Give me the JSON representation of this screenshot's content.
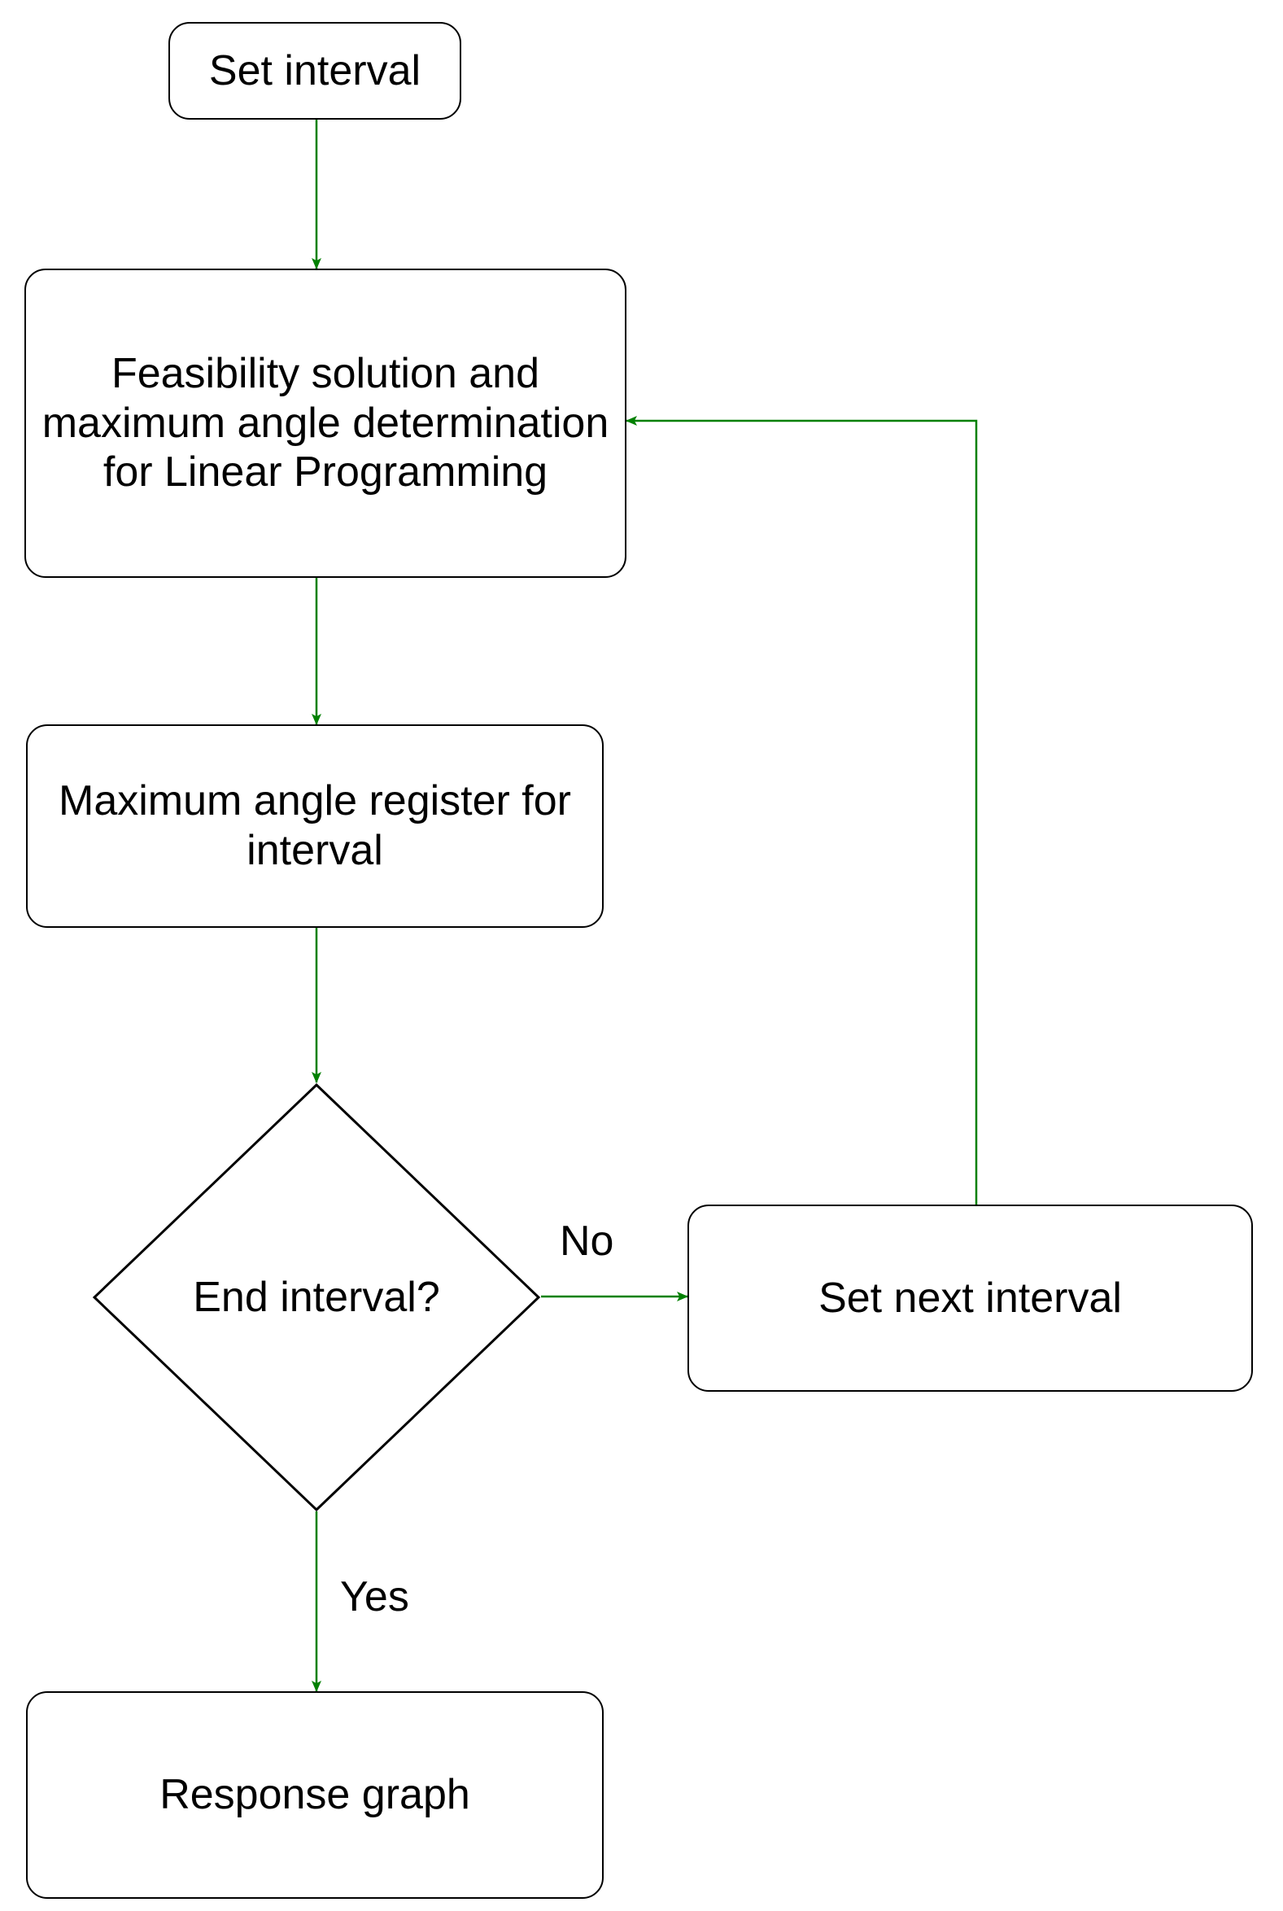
{
  "diagram": {
    "type": "flowchart",
    "background_color": "#ffffff",
    "node_border_color": "#000000",
    "edge_color": "#008000",
    "text_color": "#000000",
    "nodes": [
      {
        "id": "set-interval",
        "shape": "rounded-rect",
        "label": "Set interval"
      },
      {
        "id": "feasibility",
        "shape": "rounded-rect",
        "label": "Feasibility solution and maximum angle determination for Linear Programming"
      },
      {
        "id": "max-angle-register",
        "shape": "rounded-rect",
        "label": "Maximum angle register for interval"
      },
      {
        "id": "end-interval",
        "shape": "diamond",
        "label": "End interval?"
      },
      {
        "id": "set-next-interval",
        "shape": "rounded-rect",
        "label": "Set next interval"
      },
      {
        "id": "response-graph",
        "shape": "rounded-rect",
        "label": "Response graph"
      }
    ],
    "edges": [
      {
        "from": "set-interval",
        "to": "feasibility",
        "label": ""
      },
      {
        "from": "feasibility",
        "to": "max-angle-register",
        "label": ""
      },
      {
        "from": "max-angle-register",
        "to": "end-interval",
        "label": ""
      },
      {
        "from": "end-interval",
        "to": "set-next-interval",
        "label": "No"
      },
      {
        "from": "end-interval",
        "to": "response-graph",
        "label": "Yes"
      },
      {
        "from": "set-next-interval",
        "to": "feasibility",
        "label": ""
      }
    ],
    "edge_labels": {
      "no": "No",
      "yes": "Yes"
    }
  }
}
